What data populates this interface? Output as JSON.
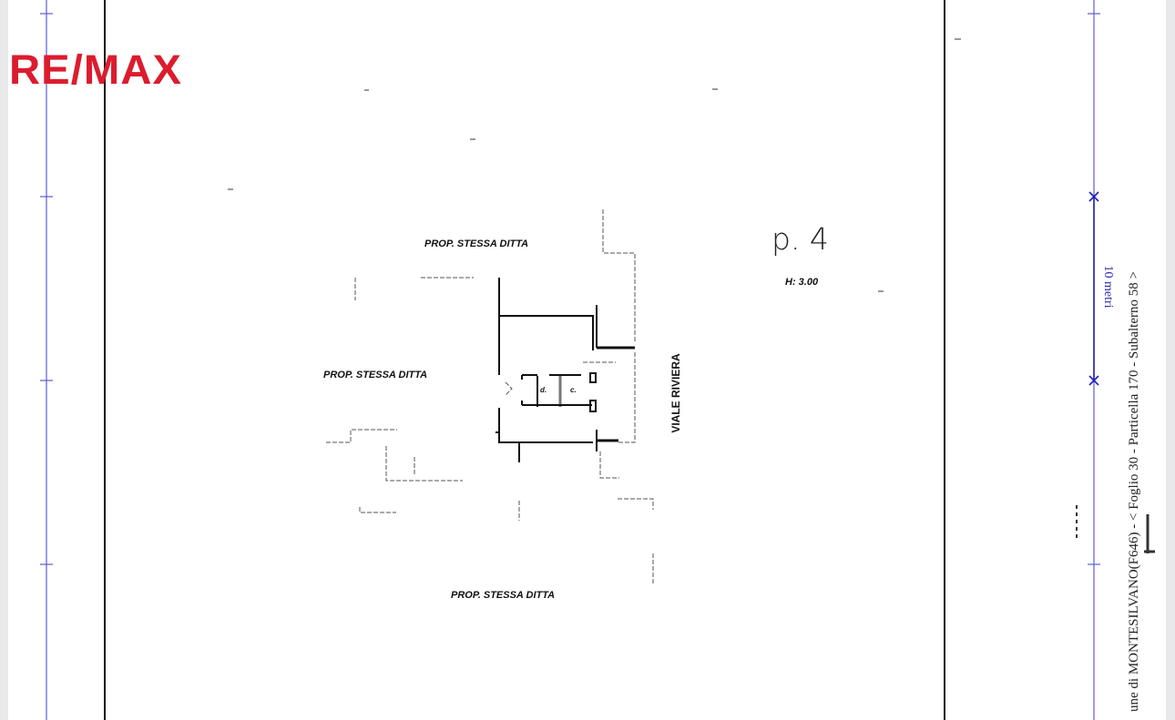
{
  "logo": {
    "text": "RE/MAX",
    "color": "#dc1c2e"
  },
  "plan": {
    "floor_label": "p. 4",
    "height_label": "H: 3.00",
    "labels": {
      "top": "PROP. STESSA DITTA",
      "left": "PROP. STESSA DITTA",
      "bottom": "PROP. STESSA DITTA",
      "street": "VIALE RIVIERA",
      "room_d": "d.",
      "room_c": "c."
    }
  },
  "margin": {
    "scale_label": "10 metri",
    "reference": "une di MONTESILVANO(F646) - < Foglio 30 - Particella  170 - Subalterno 58 >",
    "scale_color": "#3a3ad0"
  }
}
